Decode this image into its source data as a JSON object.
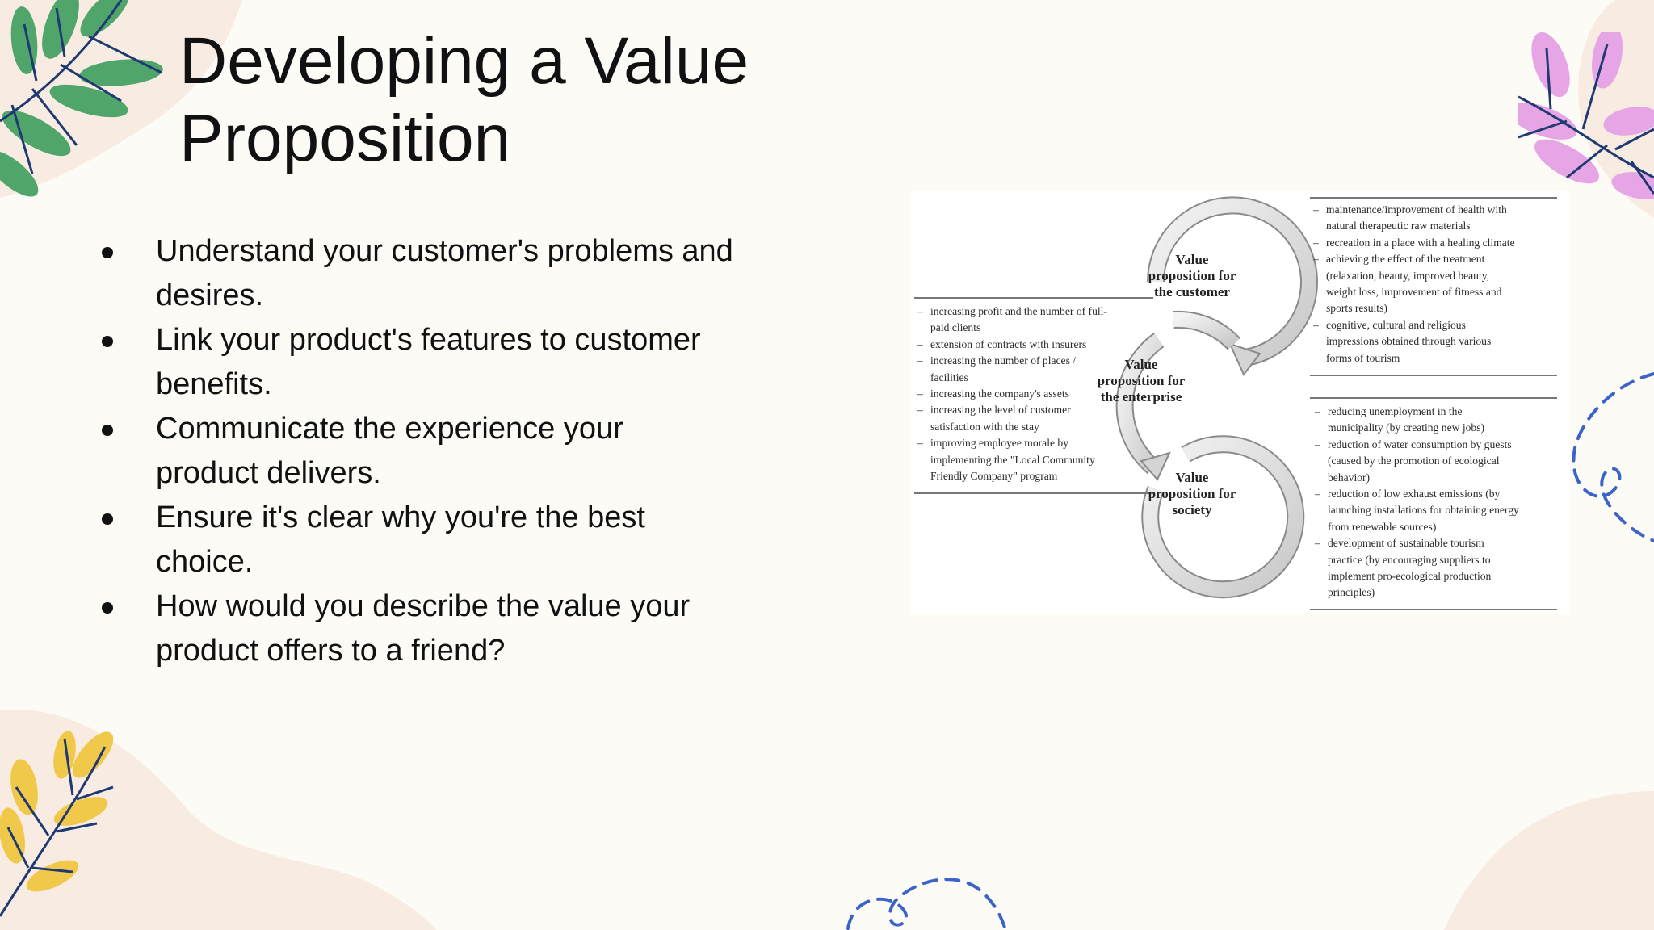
{
  "slide": {
    "title_lines": [
      "Developing a Value",
      "Proposition"
    ],
    "bullets": [
      [
        "Understand your customer's problems and",
        "desires."
      ],
      [
        "Link your product's features to customer",
        "benefits."
      ],
      [
        "Communicate the experience your",
        "product delivers."
      ],
      [
        "Ensure it's clear why you're the best",
        "choice."
      ],
      [
        "How would you describe the value your",
        "product offers to a friend?"
      ]
    ]
  },
  "figure": {
    "dash": "–",
    "circles": {
      "customer": [
        "Value",
        "proposition for",
        "the customer"
      ],
      "enterprise": [
        "Value",
        "proposition for",
        "the enterprise"
      ],
      "society": [
        "Value",
        "proposition for",
        "society"
      ]
    },
    "customer_items": [
      [
        "maintenance/improvement of health with",
        "natural therapeutic raw materials"
      ],
      [
        "recreation in a place with a healing climate"
      ],
      [
        "achieving the effect of the treatment",
        "(relaxation, beauty, improved beauty,",
        "weight loss, improvement of fitness and",
        "sports results)"
      ],
      [
        "cognitive, cultural and religious",
        "impressions obtained through various",
        "forms of tourism"
      ]
    ],
    "enterprise_items": [
      [
        "increasing profit and the number of full-",
        "paid clients"
      ],
      [
        "extension of contracts with insurers"
      ],
      [
        "increasing the number of places /",
        "facilities"
      ],
      [
        "increasing the company's assets"
      ],
      [
        "increasing the level of customer",
        "satisfaction with the stay"
      ],
      [
        "improving employee morale by",
        "implementing the \"Local Community",
        "Friendly Company\" program"
      ]
    ],
    "society_items": [
      [
        "reducing unemployment in the",
        "municipality (by creating new jobs)"
      ],
      [
        "reduction of water consumption by guests",
        "(caused by the promotion of ecological",
        "behavior)"
      ],
      [
        "reduction of low exhaust emissions (by",
        "launching installations for obtaining energy",
        "from renewable sources)"
      ],
      [
        "development of sustainable tourism",
        "practice (by encouraging suppliers to",
        "implement pro-ecological production",
        "principles)"
      ]
    ]
  },
  "colors": {
    "background": "#fdfbf6",
    "leaf_green": "#4fa56a",
    "leaf_pink": "#e6a6e6",
    "leaf_yellow": "#f1c94a",
    "blob": "#f8ebe2",
    "dashed_blue": "#3b64c9"
  },
  "icons": [
    "green-leaf-icon",
    "pink-leaf-icon",
    "yellow-leaf-icon",
    "dashed-swirl-icon"
  ]
}
